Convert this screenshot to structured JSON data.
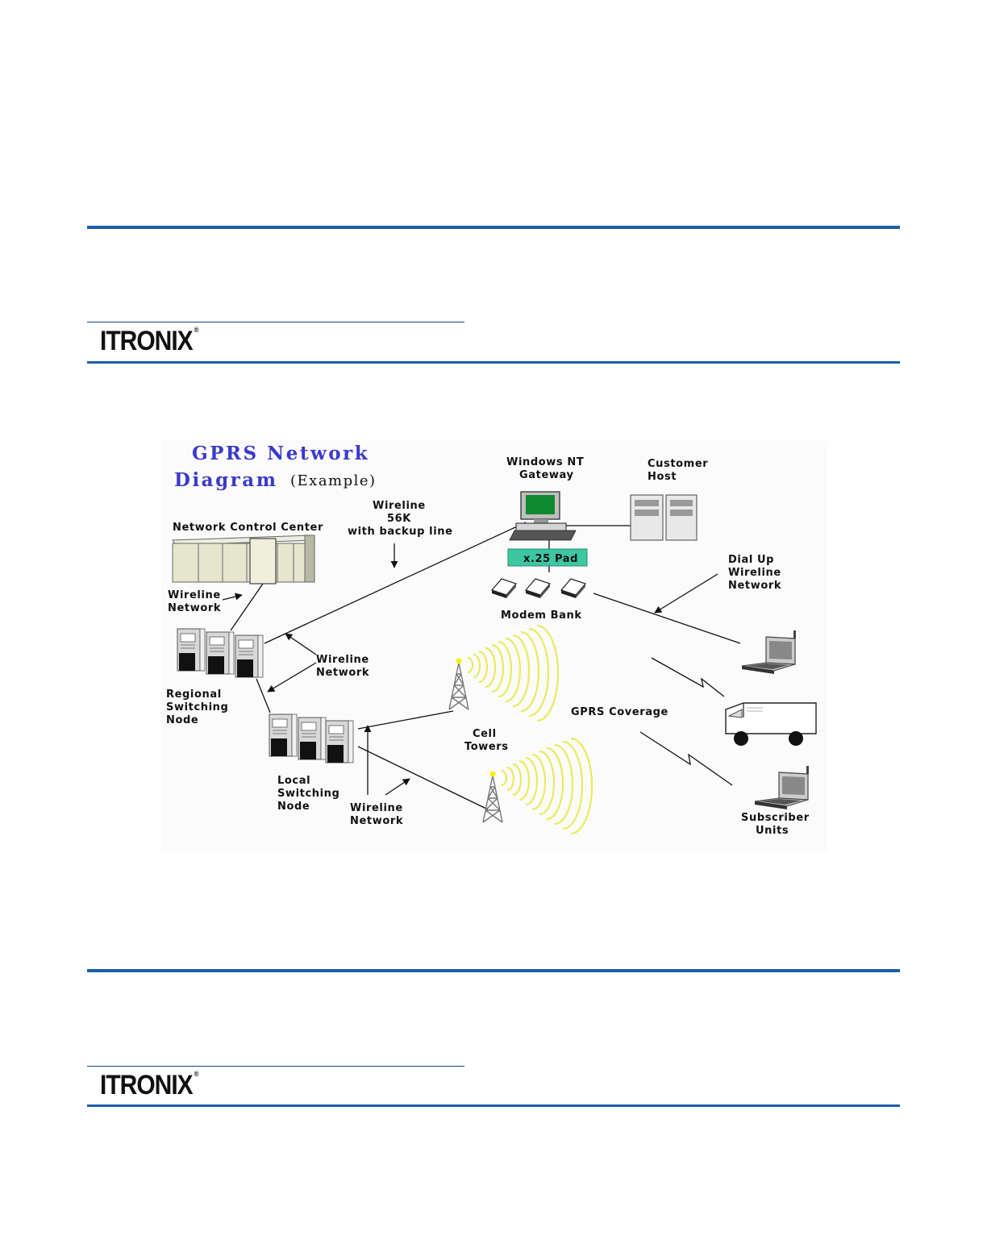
{
  "brand": {
    "logo_text": "ITRONIX"
  },
  "diagram": {
    "title_line1": "GPRS Network",
    "title_line2": "Diagram",
    "title_suffix": "(Example)",
    "labels": {
      "windows_nt_1": "Windows NT",
      "windows_nt_2": "Gateway",
      "customer_1": "Customer",
      "customer_2": "Host",
      "wireline56_1": "Wireline",
      "wireline56_2": "56K",
      "wireline56_3": "with backup line",
      "ncc": "Network Control Center",
      "x25": "x.25 Pad",
      "dialup_1": "Dial Up",
      "dialup_2": "Wireline",
      "dialup_3": "Network",
      "wireline_ncc_1": "Wireline",
      "wireline_ncc_2": "Network",
      "modem_bank": "Modem Bank",
      "wireline_mid_1": "Wireline",
      "wireline_mid_2": "Network",
      "regional_1": "Regional",
      "regional_2": "Switching",
      "regional_3": "Node",
      "gprs_coverage": "GPRS Coverage",
      "cell_1": "Cell",
      "cell_2": "Towers",
      "local_1": "Local",
      "local_2": "Switching",
      "local_3": "Node",
      "wireline_bottom_1": "Wireline",
      "wireline_bottom_2": "Network",
      "subscriber_1": "Subscriber",
      "subscriber_2": "Units"
    }
  }
}
